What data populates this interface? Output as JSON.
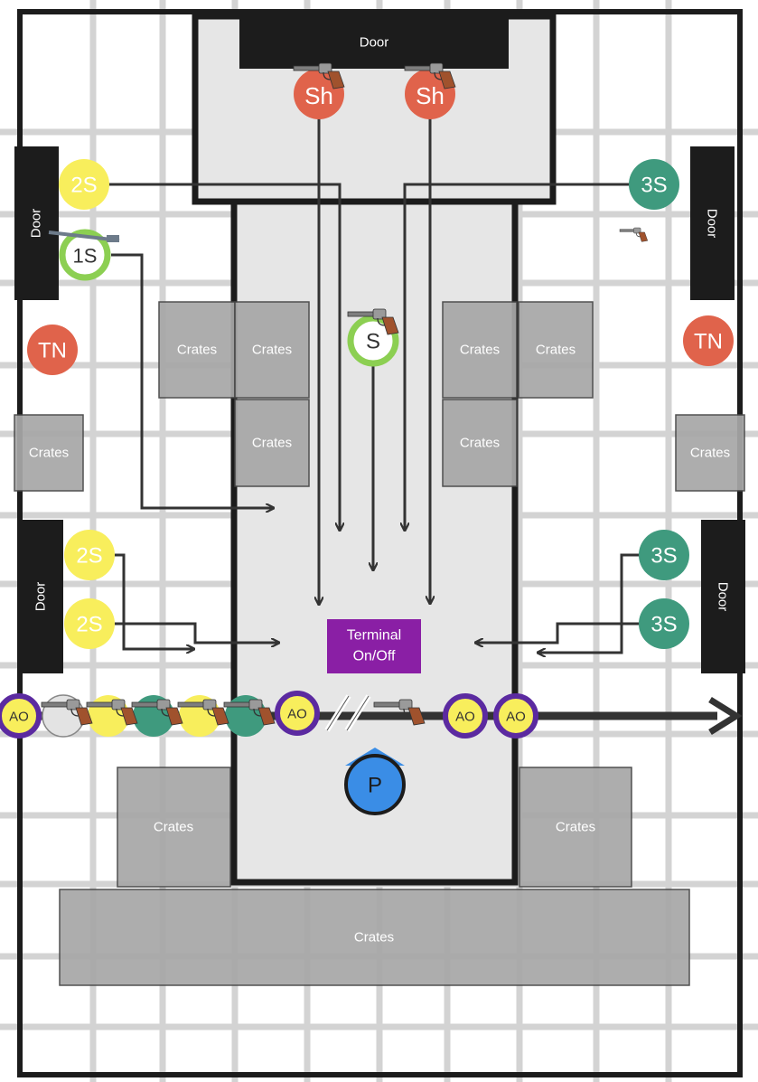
{
  "labels": {
    "door": "Door",
    "crates": "Crates",
    "terminal_line1": "Terminal",
    "terminal_line2": "On/Off"
  },
  "tokens": {
    "sh": "Sh",
    "two_s": "2S",
    "three_s": "3S",
    "one_s": "1S",
    "s": "S",
    "tn": "TN",
    "ao": "AO",
    "p": "P"
  },
  "colors": {
    "shotgun_red": "#e0634b",
    "scout_yellow": "#f8ee5c",
    "soldier_green": "#3f9a7e",
    "sniper_ring_green": "#8ccf52",
    "ao_purple": "#5b2aa0",
    "player_blue": "#3a8de6",
    "terminal_purple": "#8a1fa5",
    "wall_black": "#1c1c1c",
    "crate_grey": "#a7a7a7",
    "floor_grey": "#e6e6e6"
  },
  "icons": [
    "revolver-icon",
    "rifle-icon",
    "direction-arrow-icon"
  ]
}
